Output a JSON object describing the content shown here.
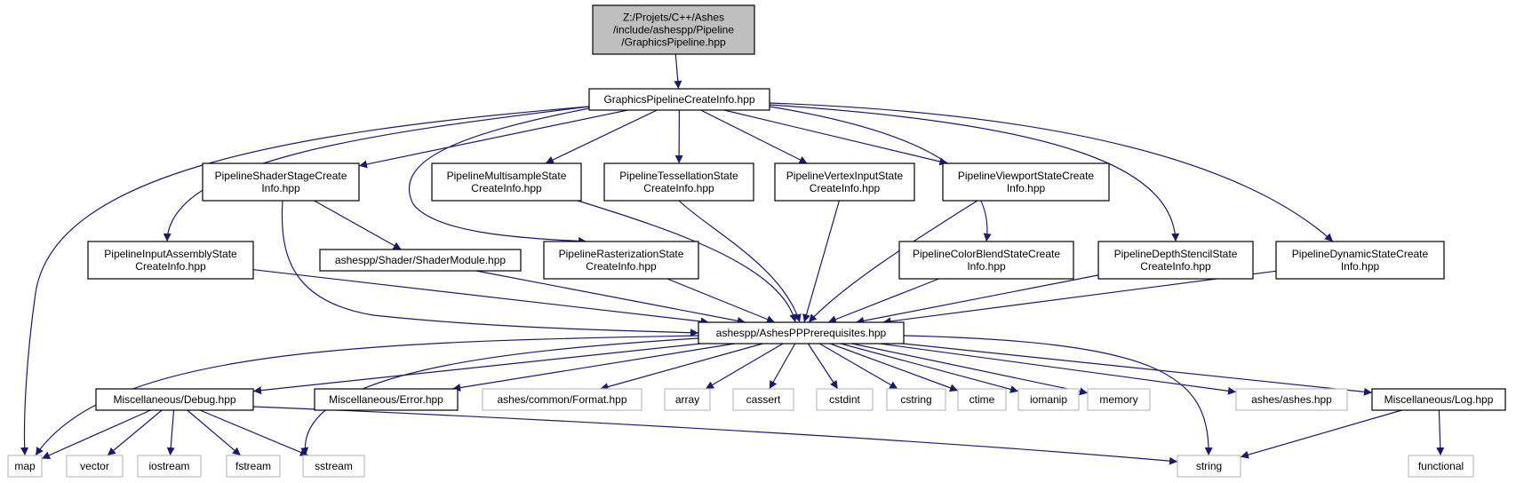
{
  "colors": {
    "edge": "#191970",
    "node_border": "#000000",
    "external_border": "#bfbfbf",
    "root_fill": "#bfbfbf",
    "node_fill": "#ffffff",
    "text": "#000000"
  },
  "graph": {
    "nodes": [
      {
        "id": "root",
        "kind": "root",
        "lines": [
          "Z:/Projets/C++/Ashes",
          "/include/ashespp/Pipeline",
          "/GraphicsPipeline.hpp"
        ]
      },
      {
        "id": "gpci",
        "kind": "internal",
        "lines": [
          "GraphicsPipelineCreateInfo.hpp"
        ]
      },
      {
        "id": "pssci",
        "kind": "internal",
        "lines": [
          "PipelineShaderStageCreate",
          "Info.hpp"
        ]
      },
      {
        "id": "pmsci",
        "kind": "internal",
        "lines": [
          "PipelineMultisampleState",
          "CreateInfo.hpp"
        ]
      },
      {
        "id": "ptsci",
        "kind": "internal",
        "lines": [
          "PipelineTessellationState",
          "CreateInfo.hpp"
        ]
      },
      {
        "id": "pvisci",
        "kind": "internal",
        "lines": [
          "PipelineVertexInputState",
          "CreateInfo.hpp"
        ]
      },
      {
        "id": "pvpsci",
        "kind": "internal",
        "lines": [
          "PipelineViewportStateCreate",
          "Info.hpp"
        ]
      },
      {
        "id": "piasci",
        "kind": "internal",
        "lines": [
          "PipelineInputAssemblyState",
          "CreateInfo.hpp"
        ]
      },
      {
        "id": "shadermod",
        "kind": "internal",
        "lines": [
          "ashespp/Shader/ShaderModule.hpp"
        ]
      },
      {
        "id": "prsci",
        "kind": "internal",
        "lines": [
          "PipelineRasterizationState",
          "CreateInfo.hpp"
        ]
      },
      {
        "id": "pcbsci",
        "kind": "internal",
        "lines": [
          "PipelineColorBlendStateCreate",
          "Info.hpp"
        ]
      },
      {
        "id": "pdssci",
        "kind": "internal",
        "lines": [
          "PipelineDepthStencilState",
          "CreateInfo.hpp"
        ]
      },
      {
        "id": "pdynsci",
        "kind": "internal",
        "lines": [
          "PipelineDynamicStateCreate",
          "Info.hpp"
        ]
      },
      {
        "id": "prereq",
        "kind": "internal",
        "lines": [
          "ashespp/AshesPPPrerequisites.hpp"
        ]
      },
      {
        "id": "debug",
        "kind": "internal",
        "lines": [
          "Miscellaneous/Debug.hpp"
        ]
      },
      {
        "id": "error",
        "kind": "internal",
        "lines": [
          "Miscellaneous/Error.hpp"
        ]
      },
      {
        "id": "format",
        "kind": "external",
        "lines": [
          "ashes/common/Format.hpp"
        ]
      },
      {
        "id": "array",
        "kind": "external",
        "lines": [
          "array"
        ]
      },
      {
        "id": "cassert",
        "kind": "external",
        "lines": [
          "cassert"
        ]
      },
      {
        "id": "cstdint",
        "kind": "external",
        "lines": [
          "cstdint"
        ]
      },
      {
        "id": "cstring",
        "kind": "external",
        "lines": [
          "cstring"
        ]
      },
      {
        "id": "ctime",
        "kind": "external",
        "lines": [
          "ctime"
        ]
      },
      {
        "id": "iomanip",
        "kind": "external",
        "lines": [
          "iomanip"
        ]
      },
      {
        "id": "memory",
        "kind": "external",
        "lines": [
          "memory"
        ]
      },
      {
        "id": "asheshpp",
        "kind": "external",
        "lines": [
          "ashes/ashes.hpp"
        ]
      },
      {
        "id": "log",
        "kind": "internal",
        "lines": [
          "Miscellaneous/Log.hpp"
        ]
      },
      {
        "id": "map",
        "kind": "external",
        "lines": [
          "map"
        ]
      },
      {
        "id": "vector",
        "kind": "external",
        "lines": [
          "vector"
        ]
      },
      {
        "id": "iostream",
        "kind": "external",
        "lines": [
          "iostream"
        ]
      },
      {
        "id": "fstream",
        "kind": "external",
        "lines": [
          "fstream"
        ]
      },
      {
        "id": "sstream",
        "kind": "external",
        "lines": [
          "sstream"
        ]
      },
      {
        "id": "string",
        "kind": "external",
        "lines": [
          "string"
        ]
      },
      {
        "id": "functional",
        "kind": "external",
        "lines": [
          "functional"
        ]
      }
    ],
    "edges": [
      [
        "root",
        "gpci"
      ],
      [
        "gpci",
        "pssci"
      ],
      [
        "gpci",
        "pmsci"
      ],
      [
        "gpci",
        "ptsci"
      ],
      [
        "gpci",
        "pvisci"
      ],
      [
        "gpci",
        "pvpsci"
      ],
      [
        "gpci",
        "piasci"
      ],
      [
        "gpci",
        "prsci"
      ],
      [
        "gpci",
        "pcbsci"
      ],
      [
        "gpci",
        "pdssci"
      ],
      [
        "gpci",
        "pdynsci"
      ],
      [
        "gpci",
        "map"
      ],
      [
        "pssci",
        "shadermod"
      ],
      [
        "pssci",
        "prereq"
      ],
      [
        "pmsci",
        "prereq"
      ],
      [
        "ptsci",
        "prereq"
      ],
      [
        "pvisci",
        "prereq"
      ],
      [
        "pvpsci",
        "prereq"
      ],
      [
        "piasci",
        "prereq"
      ],
      [
        "shadermod",
        "prereq"
      ],
      [
        "prsci",
        "prereq"
      ],
      [
        "pcbsci",
        "prereq"
      ],
      [
        "pdssci",
        "prereq"
      ],
      [
        "pdynsci",
        "prereq"
      ],
      [
        "prereq",
        "map"
      ],
      [
        "prereq",
        "sstream"
      ],
      [
        "prereq",
        "debug"
      ],
      [
        "prereq",
        "error"
      ],
      [
        "prereq",
        "format"
      ],
      [
        "prereq",
        "array"
      ],
      [
        "prereq",
        "cassert"
      ],
      [
        "prereq",
        "cstdint"
      ],
      [
        "prereq",
        "cstring"
      ],
      [
        "prereq",
        "ctime"
      ],
      [
        "prereq",
        "iomanip"
      ],
      [
        "prereq",
        "memory"
      ],
      [
        "prereq",
        "asheshpp"
      ],
      [
        "prereq",
        "log"
      ],
      [
        "prereq",
        "string"
      ],
      [
        "debug",
        "map"
      ],
      [
        "debug",
        "vector"
      ],
      [
        "debug",
        "iostream"
      ],
      [
        "debug",
        "fstream"
      ],
      [
        "debug",
        "sstream"
      ],
      [
        "debug",
        "string"
      ],
      [
        "log",
        "string"
      ],
      [
        "log",
        "functional"
      ]
    ]
  }
}
